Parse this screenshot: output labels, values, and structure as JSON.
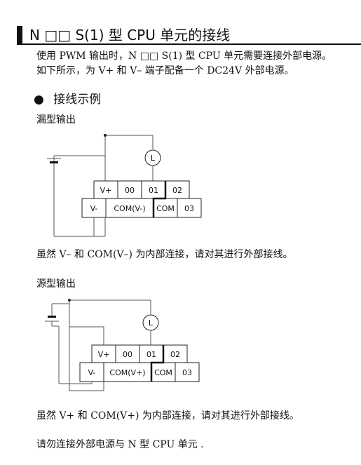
{
  "title": "N □□ S(1) 型 CPU 单元的接线",
  "intro": {
    "line1": "使用 PWM 输出时，N □□ S(1) 型 CPU 单元需要连接外部电源。",
    "line2": "如下所示，为 V+ 和 V– 端子配备一个 DC24V 外部电源。"
  },
  "section": {
    "bullet": "●",
    "label": "接线示例"
  },
  "sink": {
    "label": "漏型输出",
    "load": "L",
    "terminals_top": [
      "V+",
      "00",
      "01",
      "02"
    ],
    "terminals_bottom": [
      "V-",
      "COM(V-)",
      "COM",
      "03"
    ],
    "note": "虽然 V– 和 COM(V–) 为内部连接，请对其进行外部接线。"
  },
  "source": {
    "label": "源型输出",
    "load": "L",
    "terminals_top": [
      "V+",
      "00",
      "01",
      "02"
    ],
    "terminals_bottom": [
      "V-",
      "COM(V+)",
      "COM",
      "03"
    ],
    "note": "虽然 V+ 和 COM(V+) 为内部连接，请对其进行外部接线。"
  },
  "warning": "请勿连接外部电源与 N 型 CPU 单元 ."
}
